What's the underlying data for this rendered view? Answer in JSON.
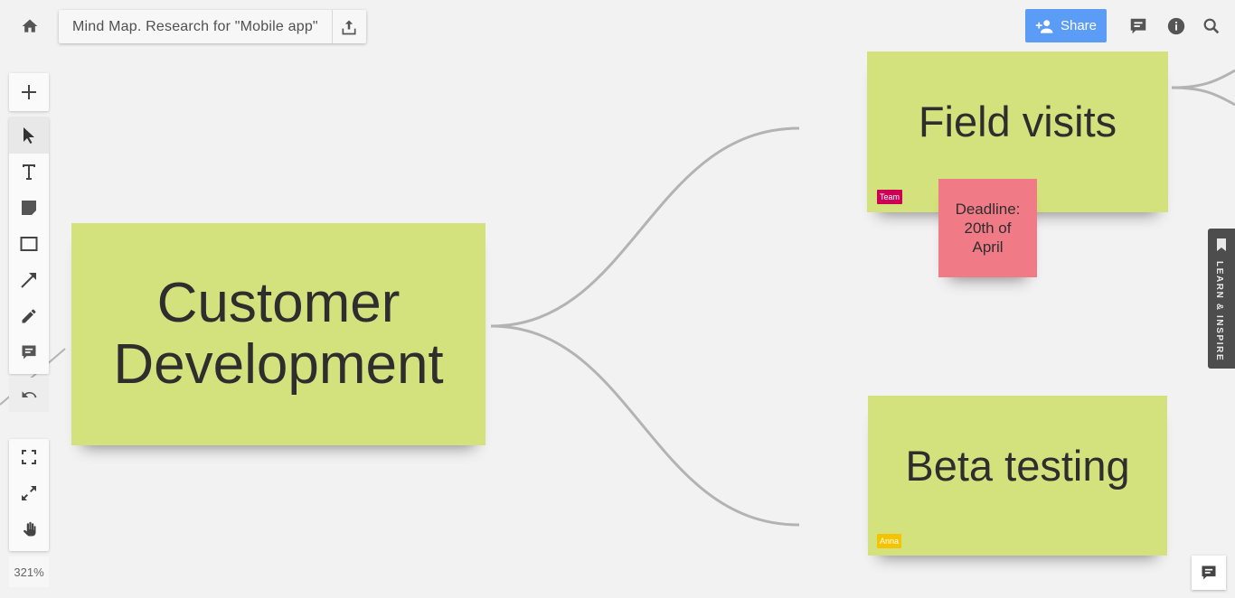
{
  "header": {
    "board_title": "Mind Map. Research for \"Mobile app\"",
    "share_label": "Share",
    "icons": [
      "home-icon",
      "export-icon",
      "add-person-icon",
      "comments-icon",
      "info-icon",
      "search-icon"
    ]
  },
  "toolbar": {
    "tools": [
      "add-icon",
      "select-icon",
      "text-icon",
      "sticky-note-icon",
      "shape-icon",
      "arrow-icon",
      "pen-icon",
      "comment-icon",
      "undo-icon"
    ],
    "view_tools": [
      "fit-screen-icon",
      "fullscreen-icon",
      "hand-icon"
    ],
    "zoom": "321%"
  },
  "board": {
    "notes": [
      {
        "text": "Customer\nDevelopment",
        "color": "#d3e27c"
      },
      {
        "text": "Field visits",
        "color": "#d3e27c",
        "tag": "Team",
        "tag_color": "#cc0055"
      },
      {
        "text": "Deadline:\n20th of\nApril",
        "color": "#f07b87"
      },
      {
        "text": "Beta testing",
        "color": "#d3e27c",
        "tag": "Anna",
        "tag_color": "#f5c400"
      }
    ]
  },
  "side_panel": {
    "label": "LEARN & INSPIRE"
  },
  "colors": {
    "accent": "#5b9cf7",
    "sticky_green": "#d3e27c",
    "sticky_pink": "#f07b87",
    "connector": "#b3b3b3"
  }
}
